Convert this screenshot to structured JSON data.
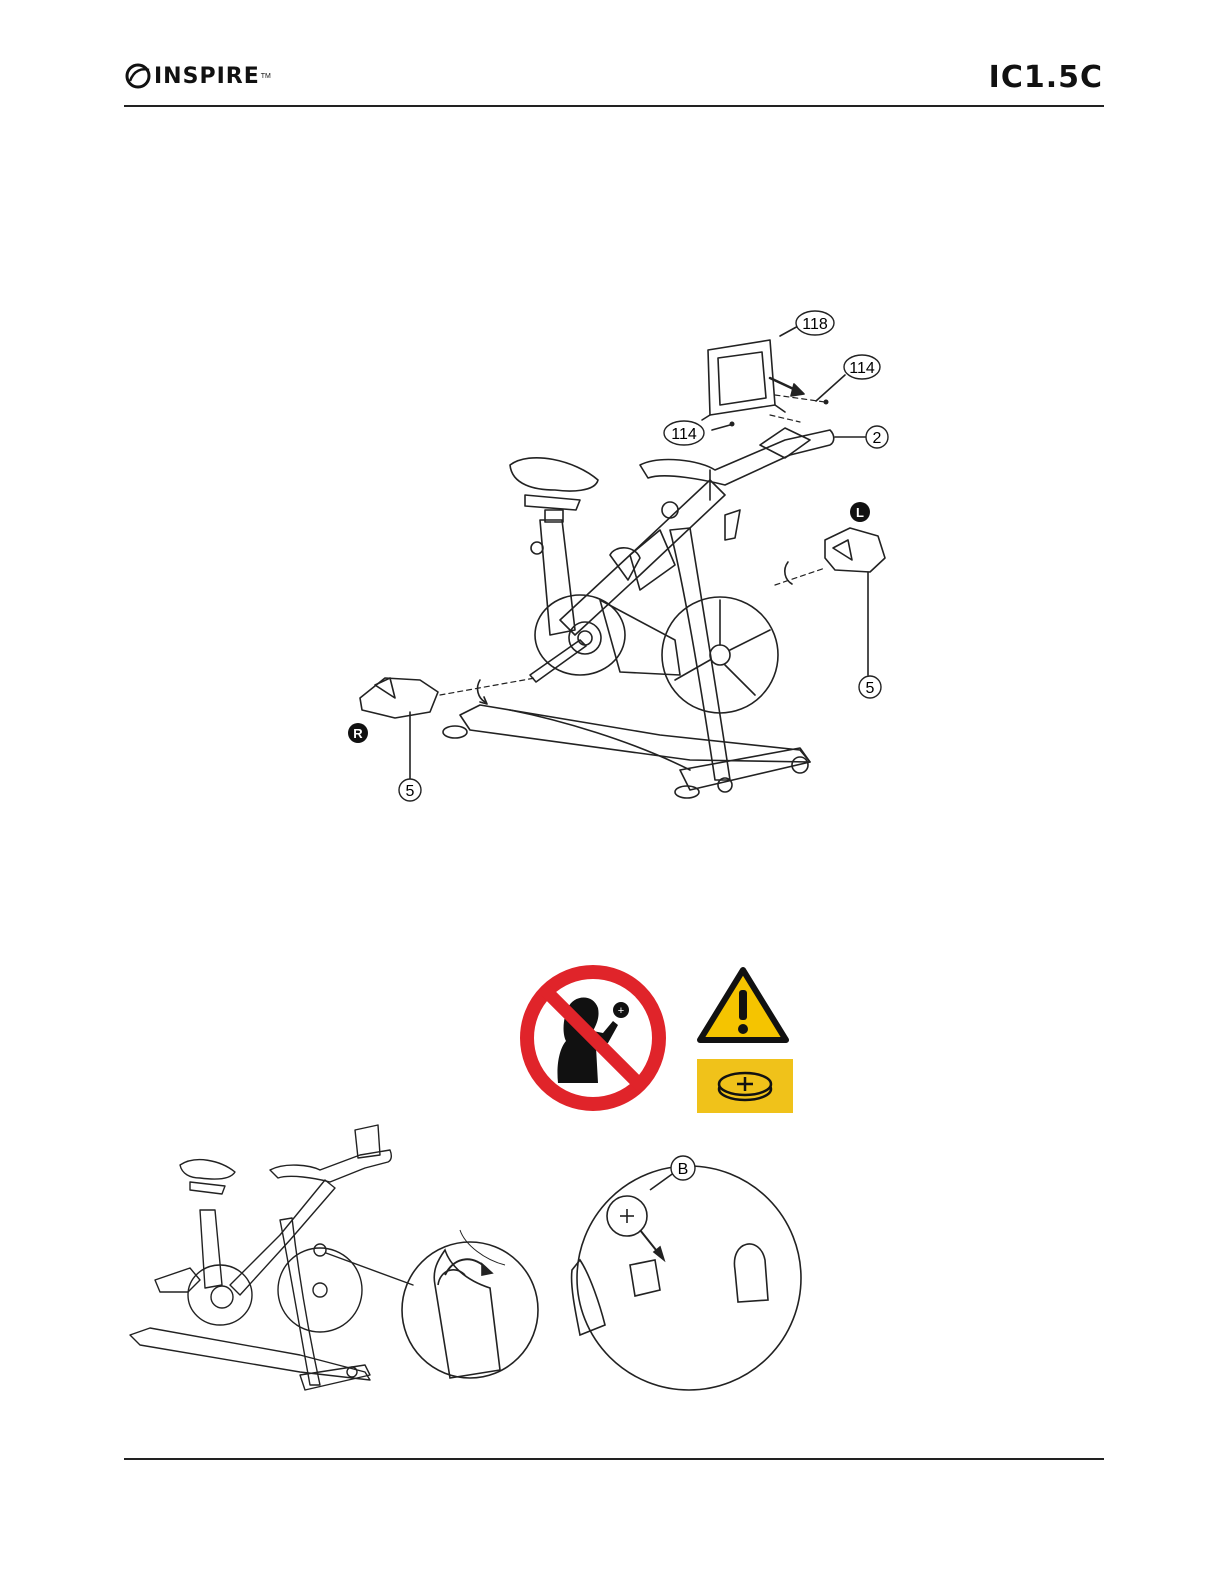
{
  "header": {
    "brand": "INSPIRE",
    "trademark": "TM",
    "model": "IC1.5C"
  },
  "figure_pedals": {
    "callouts": {
      "screen_holder": "118",
      "screw_right": "114",
      "screw_left": "114",
      "handlebar": "2",
      "pedal_left": "5",
      "pedal_right": "5"
    },
    "side_markers": {
      "left": "L",
      "right": "R"
    }
  },
  "figure_battery": {
    "callout_battery": "B",
    "icons": [
      "no-children-icon",
      "warning-icon",
      "coin-battery-icon"
    ]
  },
  "colors": {
    "prohibition_red": "#e0242a",
    "warning_yellow": "#f5c400",
    "battery_yellow": "#f0c21a",
    "line": "#222222"
  }
}
